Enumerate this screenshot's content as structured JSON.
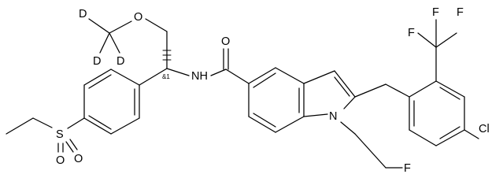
{
  "molecule": {
    "atoms": {
      "O_methoxy": "O",
      "D1": "D",
      "D2": "D",
      "D3": "D",
      "O_amide": "O",
      "NH": "NH",
      "N_indole": "N",
      "F1": "F",
      "F2": "F",
      "F3": "F",
      "F4": "F",
      "Cl": "Cl",
      "S": "S",
      "O_s1": "O",
      "O_s2": "O"
    },
    "stereo_label": "&1"
  }
}
